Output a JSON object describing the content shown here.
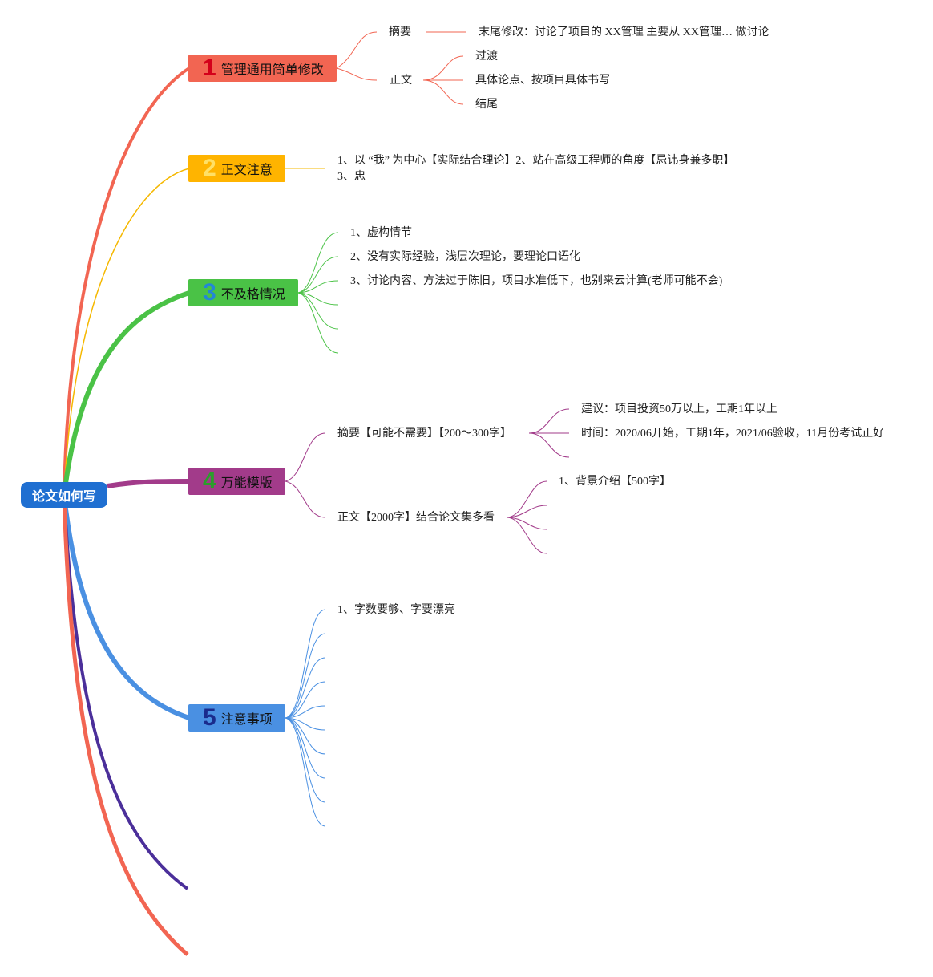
{
  "root": {
    "label": "论文如何写"
  },
  "branches": [
    {
      "num": "1",
      "label": "管理通用简单修改",
      "color": "#f26552",
      "children": [
        {
          "label": "摘要",
          "detail": "末尾修改：讨论了项目的 XX管理 主要从 XX管理… 做讨论"
        },
        {
          "label": "正文",
          "children": [
            "过渡",
            "具体论点、按项目具体书写",
            "结尾"
          ]
        }
      ]
    },
    {
      "num": "2",
      "label": "正文注意",
      "color": "#ffb400",
      "note_line1": "1、以 “我” 为中心【实际结合理论】2、站在高级工程师的角度【忌讳身兼多职】",
      "note_line2": "3、忠"
    },
    {
      "num": "3",
      "label": "不及格情况",
      "color": "#4ac246",
      "items": [
        "1、虚构情节",
        "2、没有实际经验，浅层次理论，要理论口语化",
        "3、讨论内容、方法过于陈旧，项目水准低下，也别来云计算(老师可能不会)"
      ]
    },
    {
      "num": "4",
      "label": "万能模版",
      "color": "#a23b8a",
      "children": [
        {
          "label": "摘要【可能不需要】【200～300字】",
          "items": [
            "建议：项目投资50万以上，工期1年以上",
            "时间：2020/06开始，工期1年，2021/06验收，11月份考试正好"
          ]
        },
        {
          "label": "正文【2000字】结合论文集多看",
          "items": [
            "1、背景介绍【500字】"
          ]
        }
      ]
    },
    {
      "num": "5",
      "label": "注意事项",
      "color": "#4a90e2",
      "items": [
        "1、字数要够、字要漂亮"
      ]
    }
  ]
}
